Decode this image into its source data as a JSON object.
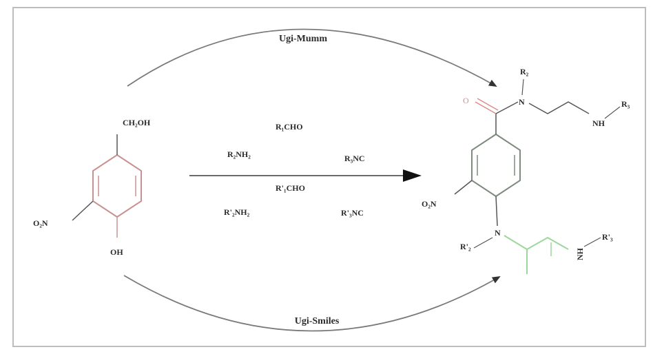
{
  "top_label": "Ugi-Mumm",
  "bottom_label": "Ugi-Smiles",
  "reagents": {
    "r1_cho": "R₁CHO",
    "r2_nh2": "R₂NH₂",
    "r3_nc": "R₃NC",
    "r1p_cho": "R'₁CHO",
    "r2p_nh2": "R'₂NH₂",
    "r3p_nc": "R'₃NC"
  },
  "reactant": {
    "top_substituent": "CH₂OH",
    "left_substituent": "O₂N",
    "bottom_substituent": "OH"
  },
  "product": {
    "oxygen": "O",
    "n_top": "N",
    "r2_top": "R₂",
    "nh_top": "NH",
    "r3_top": "R₃",
    "no2": "O₂N",
    "n_bottom": "N",
    "r2_bottom": "R'₂",
    "nh_bottom": "NH",
    "r3_bottom": "R'₃"
  },
  "colors": {
    "ring_reactant": "#c89090",
    "ring_product": "#7d8a7d",
    "green_chain": "#9bd79b",
    "oxygen": "#e08a8a",
    "arc": "#7a7a7a",
    "arrow": "#111111"
  }
}
